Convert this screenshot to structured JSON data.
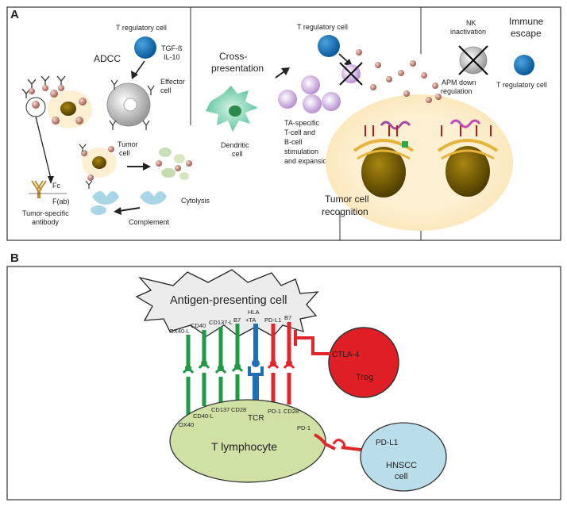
{
  "panel_a": {
    "letter": "A",
    "t_reg_1": "T regulatory cell",
    "tgf": "TGF-ß",
    "il10": "IL-10",
    "adcc": "ADCC",
    "effector_1": "Effector",
    "effector_2": "cell",
    "tumor_cell_1": "Tumor",
    "tumor_cell_2": "cell",
    "cytolysis": "Cytolysis",
    "complement": "Complement",
    "fc": "Fc",
    "fab": "F(ab)",
    "antibody_1": "Tumor-specific",
    "antibody_2": "antibody",
    "cross_1": "Cross-",
    "cross_2": "presentation",
    "t_reg_2": "T regulatory cell",
    "dendritic_1": "Dendritic",
    "dendritic_2": "cell",
    "ta_1": "TA-specific",
    "ta_2": "T-cell and",
    "ta_3": "B-cell",
    "ta_4": "stimulation",
    "ta_5": "and expansion",
    "recog_1": "Tumor cell",
    "recog_2": "recognition",
    "nk_1": "NK",
    "nk_2": "inactivation",
    "escape_1": "Immune",
    "escape_2": "escape",
    "apm_1": "APM down",
    "apm_2": "regulation",
    "t_reg_3": "T regulatory cell"
  },
  "panel_b": {
    "letter": "B",
    "apc": "Antigen-presenting cell",
    "ligands": [
      "OX40-L",
      "CD40",
      "CD137-L",
      "B7",
      "HLA",
      "+TA",
      "PD-L1",
      "B7"
    ],
    "receptors": [
      "OX40",
      "CD40-L",
      "CD137",
      "CD28",
      "TCR",
      "PD-1",
      "CD28"
    ],
    "ctla4": "CTLA-4",
    "treg": "Treg",
    "t_lymph": "T lymphocyte",
    "pd1": "PD-1",
    "pdl1": "PD-L1",
    "hnscc_1": "HNSCC",
    "hnscc_2": "cell"
  },
  "colors": {
    "costim_green": "#1e9a45",
    "tcr_blue": "#1f6fb8",
    "inhib_red": "#e0262a",
    "treg_red": "#e01e25",
    "t_lymph_green": "#cfe1a5",
    "hnscc_blue": "#b9dde9",
    "apc_grey": "#ececec"
  }
}
